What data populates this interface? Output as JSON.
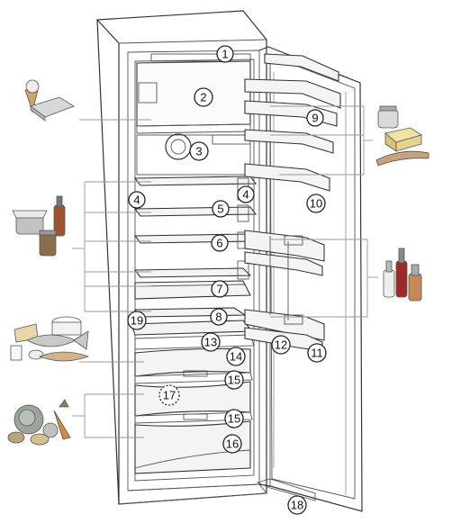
{
  "diagram": {
    "callouts": [
      {
        "id": "c1",
        "label": "1"
      },
      {
        "id": "c2",
        "label": "2"
      },
      {
        "id": "c3",
        "label": "3"
      },
      {
        "id": "c4a",
        "label": "4"
      },
      {
        "id": "c4b",
        "label": "4"
      },
      {
        "id": "c5",
        "label": "5"
      },
      {
        "id": "c6",
        "label": "6"
      },
      {
        "id": "c7",
        "label": "7"
      },
      {
        "id": "c8",
        "label": "8"
      },
      {
        "id": "c9",
        "label": "9"
      },
      {
        "id": "c10",
        "label": "10"
      },
      {
        "id": "c11",
        "label": "11"
      },
      {
        "id": "c12",
        "label": "12"
      },
      {
        "id": "c13",
        "label": "13"
      },
      {
        "id": "c14",
        "label": "14"
      },
      {
        "id": "c15a",
        "label": "15"
      },
      {
        "id": "c15b",
        "label": "15"
      },
      {
        "id": "c16",
        "label": "16"
      },
      {
        "id": "c17",
        "label": "17"
      },
      {
        "id": "c18",
        "label": "18"
      },
      {
        "id": "c19",
        "label": "19"
      }
    ],
    "food_icons": [
      "ice-cream-and-frozen-food-icon",
      "jam-jars-and-bottle-icon",
      "cheese-fish-and-milk-icon",
      "vegetables-icon",
      "jar-and-butter-icon",
      "drink-bottles-icon"
    ],
    "colors": {
      "line": "#333333",
      "leader": "#999999",
      "shelf": "#f4f4f4"
    }
  }
}
